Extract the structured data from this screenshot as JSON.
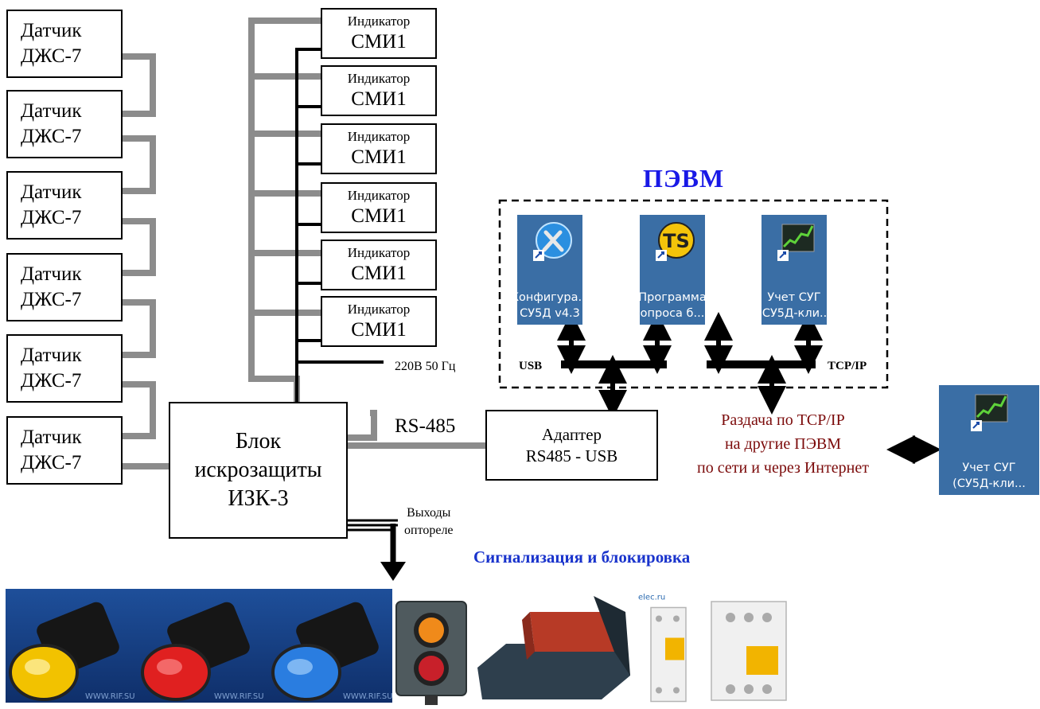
{
  "sensors": [
    {
      "line1": "Датчик",
      "line2": "ДЖС-7"
    },
    {
      "line1": "Датчик",
      "line2": "ДЖС-7"
    },
    {
      "line1": "Датчик",
      "line2": "ДЖС-7"
    },
    {
      "line1": "Датчик",
      "line2": "ДЖС-7"
    },
    {
      "line1": "Датчик",
      "line2": "ДЖС-7"
    },
    {
      "line1": "Датчик",
      "line2": "ДЖС-7"
    }
  ],
  "indicators": [
    {
      "line1": "Индикатор",
      "line2": "СМИ1"
    },
    {
      "line1": "Индикатор",
      "line2": "СМИ1"
    },
    {
      "line1": "Индикатор",
      "line2": "СМИ1"
    },
    {
      "line1": "Индикатор",
      "line2": "СМИ1"
    },
    {
      "line1": "Индикатор",
      "line2": "СМИ1"
    },
    {
      "line1": "Индикатор",
      "line2": "СМИ1"
    }
  ],
  "power_label": "220В 50 Гц",
  "barrier": {
    "line1": "Блок",
    "line2": "искрозащиты",
    "line3": "ИЗК-3"
  },
  "rs485_label": "RS-485",
  "adapter": {
    "line1": "Адаптер",
    "line2": "RS485 - USB"
  },
  "pc": {
    "title": "ПЭВМ",
    "icons": [
      {
        "line1": "Конфигура...",
        "line2": "СУ5Д v4.3",
        "icon": "wrench-screwdriver-icon"
      },
      {
        "line1": "Программа",
        "line2": "опроса б...",
        "icon": "ts-icon",
        "icon_text": "TS"
      },
      {
        "line1": "Учет СУГ",
        "line2": "(СУ5Д-кли...",
        "icon": "chart-icon"
      }
    ],
    "usb_label": "USB",
    "tcpip_label": "TCP/IP"
  },
  "share_text": {
    "line1": "Раздача по TCP/IP",
    "line2": "на другие ПЭВМ",
    "line3": "по сети и через Интернет"
  },
  "remote_icon": {
    "line1": "Учет СУГ",
    "line2": "(СУ5Д-кли...",
    "icon": "chart-icon"
  },
  "relay_label": {
    "line1": "Выходы",
    "line2": "опторелe"
  },
  "signal_title": "Сигнализация и блокировка",
  "photos": [
    {
      "name": "yellow-indicator-lamp",
      "color": "#f2c200"
    },
    {
      "name": "red-indicator-lamp",
      "color": "#e02020"
    },
    {
      "name": "blue-indicator-lamp",
      "color": "#2a7de0"
    },
    {
      "name": "button-station",
      "color": "#4f5a5e"
    },
    {
      "name": "relay-socket",
      "color": "#2e3f4d"
    },
    {
      "name": "modular-contactor-small",
      "color": "#f0f0f0"
    },
    {
      "name": "modular-contactor-large",
      "color": "#f0f0f0"
    }
  ],
  "photo_texts": {
    "watermark": "WWW.RIF.SU",
    "site": "elec.ru"
  },
  "colors": {
    "pc_title": "#1919e6",
    "share_text": "#7b0a0a",
    "signal_title": "#1933cc",
    "wire_gray": "#8c8c8c",
    "icon_bg": "#3a6ea5"
  }
}
